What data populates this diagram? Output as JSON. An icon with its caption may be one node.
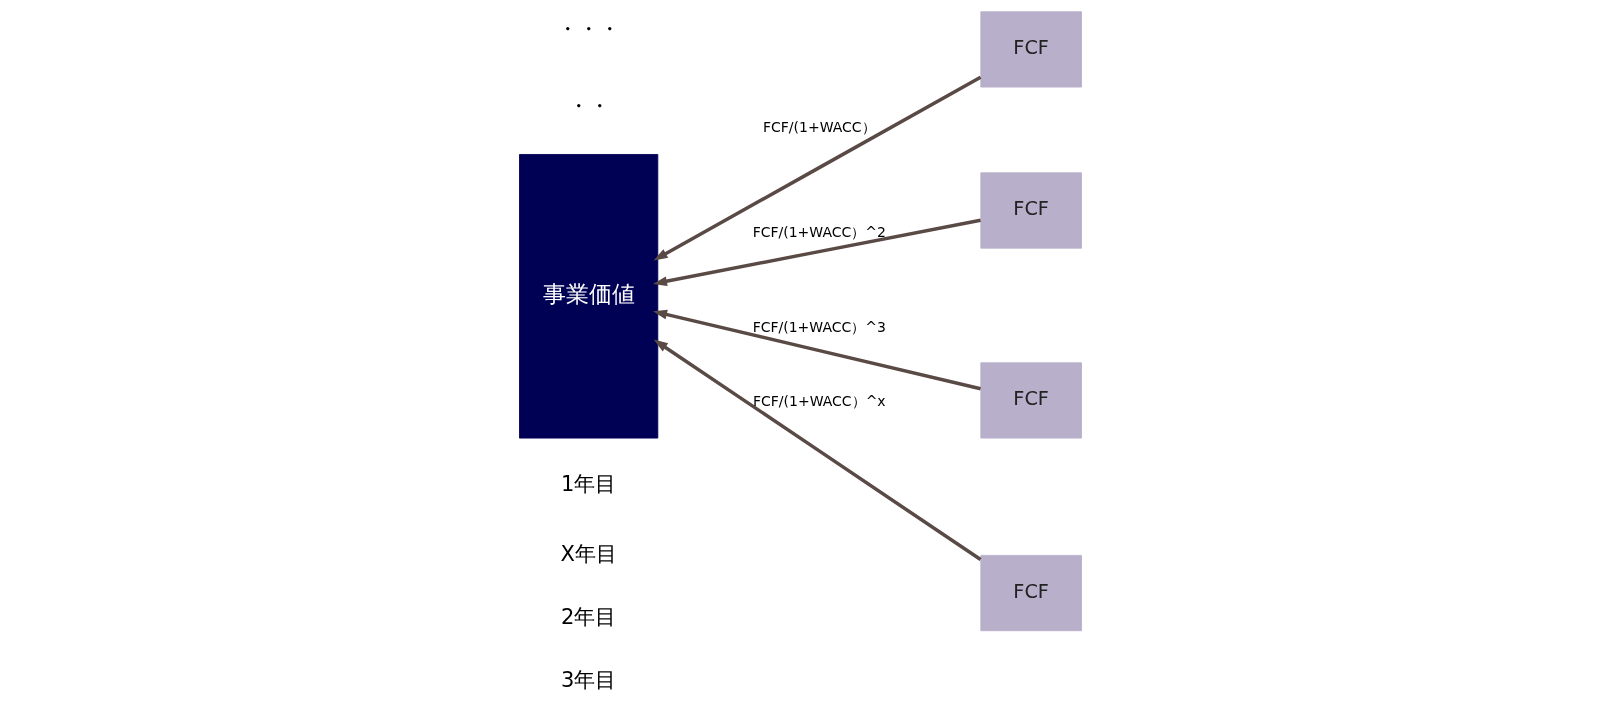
{
  "diagram": {
    "nodes": [
      {
        "text": [
          "事業価値"
        ]
      },
      {
        "text": [
          "FCF"
        ]
      },
      {
        "text": [
          "FCF"
        ]
      },
      {
        "text": [
          "FCF"
        ]
      },
      {
        "text": [
          "FCF"
        ]
      }
    ],
    "edges": [
      {
        "from": 1,
        "to": 0,
        "arrow": "to",
        "label": "FCF/(1+WACC）"
      },
      {
        "from": 2,
        "to": 0,
        "arrow": "to",
        "label": "FCF/(1+WACC）^2"
      },
      {
        "from": 3,
        "to": 0,
        "arrow": "to",
        "label": "FCF/(1+WACC）^3"
      },
      {
        "from": 4,
        "to": 0,
        "arrow": "to",
        "label": "FCF/(1+WACC）^x"
      }
    ],
    "labels": [
      "・・・",
      "・・",
      "1年目",
      "2年目",
      "3年目",
      "X年目"
    ]
  }
}
